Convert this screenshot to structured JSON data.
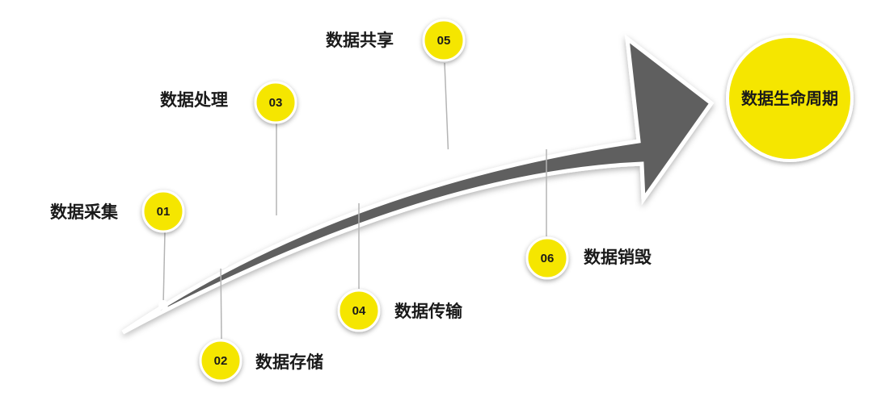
{
  "colors": {
    "accent": "#f5e600",
    "arrow": "#5f5f5f",
    "text": "#1a1a1a",
    "connector": "#b4b4b4"
  },
  "goal": {
    "label": "数据生命周期"
  },
  "stages": [
    {
      "number": "01",
      "label": "数据采集"
    },
    {
      "number": "02",
      "label": "数据存储"
    },
    {
      "number": "03",
      "label": "数据处理"
    },
    {
      "number": "04",
      "label": "数据传输"
    },
    {
      "number": "05",
      "label": "数据共享"
    },
    {
      "number": "06",
      "label": "数据销毁"
    }
  ]
}
